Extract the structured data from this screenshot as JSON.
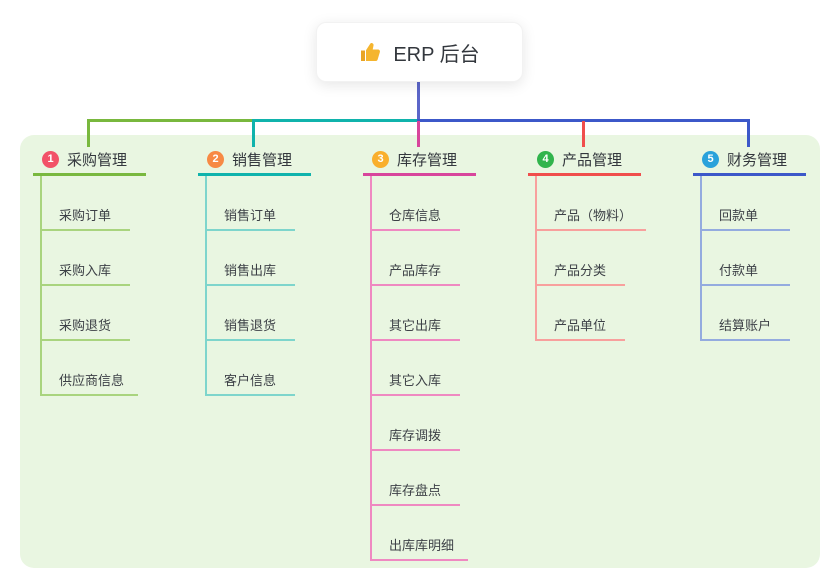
{
  "root": {
    "label": "ERP 后台",
    "icon": "thumbs-up-icon"
  },
  "branches": [
    {
      "index": "1",
      "label": "采购管理",
      "badge_color": "#f25268",
      "line_color": "#79b83e",
      "child_line_color": "#a9d47e",
      "children": [
        "采购订单",
        "采购入库",
        "采购退货",
        "供应商信息"
      ]
    },
    {
      "index": "2",
      "label": "销售管理",
      "badge_color": "#f78a44",
      "line_color": "#10b3ac",
      "child_line_color": "#7ed5cc",
      "children": [
        "销售订单",
        "销售出库",
        "销售退货",
        "客户信息"
      ]
    },
    {
      "index": "3",
      "label": "库存管理",
      "badge_color": "#f9af2c",
      "line_color": "#d8459c",
      "child_line_color": "#ef89c1",
      "children": [
        "仓库信息",
        "产品库存",
        "其它出库",
        "其它入库",
        "库存调拨",
        "库存盘点",
        "出库库明细"
      ]
    },
    {
      "index": "4",
      "label": "产品管理",
      "badge_color": "#31b44c",
      "line_color": "#f04e4c",
      "child_line_color": "#f8a09d",
      "children": [
        "产品（物料）",
        "产品分类",
        "产品单位"
      ]
    },
    {
      "index": "5",
      "label": "财务管理",
      "badge_color": "#2aa2db",
      "line_color": "#3c58c9",
      "child_line_color": "#94abdf",
      "children": [
        "回款单",
        "付款单",
        "结算账户"
      ]
    }
  ],
  "colors": {
    "root_connector": "#5c66c9",
    "panel_background": "#e9f6e1",
    "title_text": "#33373d",
    "child_text": "#3d4147",
    "thumb_icon": "#f5b52e",
    "thumb_icon_dark": "#e9a424"
  }
}
